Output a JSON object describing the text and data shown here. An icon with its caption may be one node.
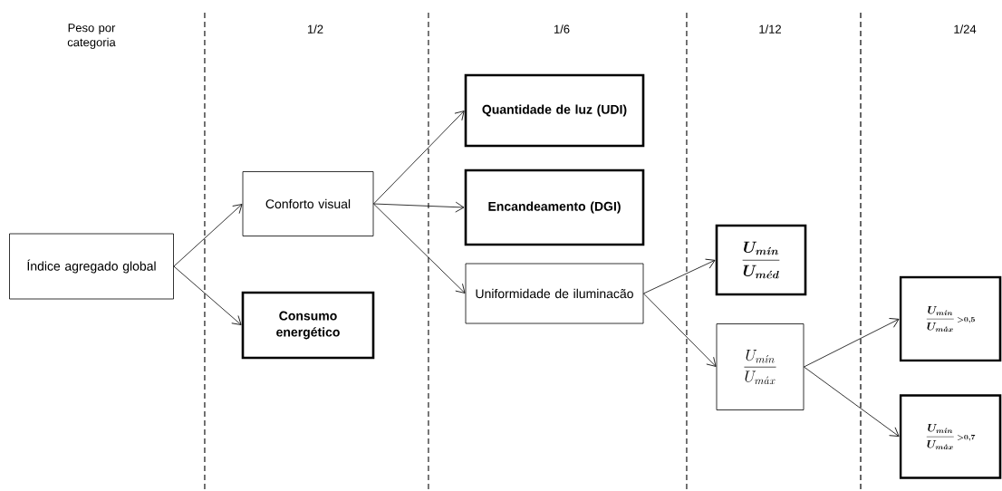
{
  "diagram": {
    "nodes": [
      {
        "text": [
          "Índice agregado global"
        ]
      },
      {
        "text": [
          "Conforto visual"
        ]
      },
      {
        "text": [
          "Consumo energético"
        ]
      },
      {
        "text": [
          "Quantidade de luz (UDI)"
        ]
      },
      {
        "text": [
          "Encandeamento (DGI)"
        ]
      },
      {
        "text": [
          "Uniformidade de iluminacão"
        ]
      },
      {
        "text": [
          "\\frac{U_{m\\acute{\\imath}n}}{U_{m\\acute{e}d}}"
        ]
      },
      {
        "text": [
          "\\frac{U_{m\\acute{\\imath}n}}{U_{m\\acute{a}x}}"
        ]
      },
      {
        "text": [
          "\\frac{U_{m\\acute{\\imath}n}}{U_{m\\acute{a}x}}\\,{\\scriptstyle >0{,}5}"
        ]
      },
      {
        "text": [
          "\\frac{U_{m\\acute{\\imath}n}}{U_{m\\acute{a}x}}\\,{\\scriptstyle >0{,}7}"
        ]
      }
    ],
    "edges": [
      {
        "from": 0,
        "to": 1,
        "arrow": "to"
      },
      {
        "from": 0,
        "to": 2,
        "arrow": "to"
      },
      {
        "from": 1,
        "to": 3,
        "arrow": "to"
      },
      {
        "from": 1,
        "to": 4,
        "arrow": "to"
      },
      {
        "from": 1,
        "to": 5,
        "arrow": "to"
      },
      {
        "from": 5,
        "to": 6,
        "arrow": "to"
      },
      {
        "from": 5,
        "to": 7,
        "arrow": "to"
      },
      {
        "from": 7,
        "to": 8,
        "arrow": "to"
      },
      {
        "from": 7,
        "to": 9,
        "arrow": "to"
      }
    ],
    "labels": [
      "Peso por categoria",
      "1/2",
      "1/6",
      "1/12",
      "1/24"
    ]
  }
}
